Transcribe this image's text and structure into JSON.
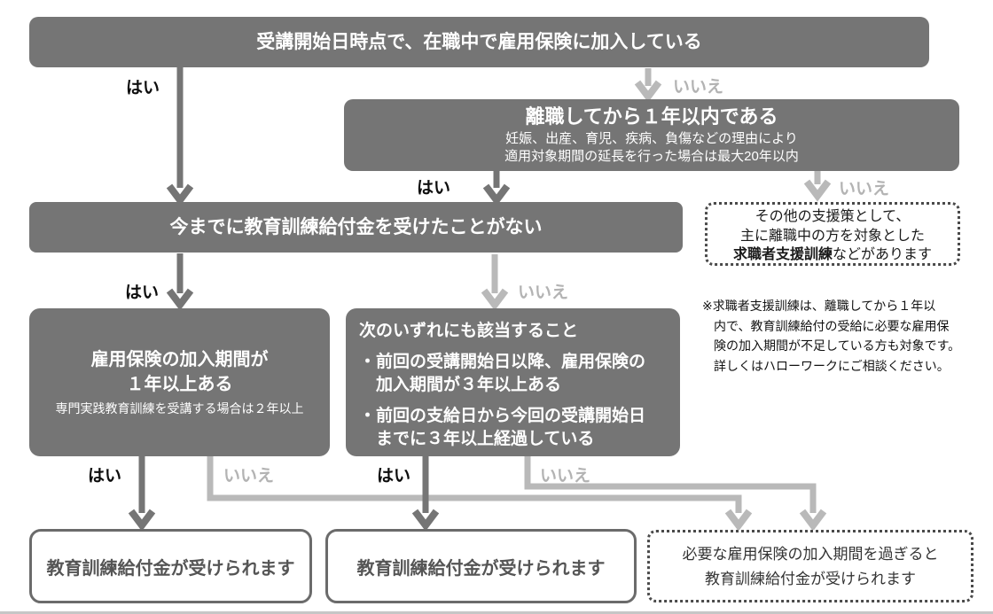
{
  "diagram": {
    "labels": {
      "yes": "はい",
      "no": "いいえ"
    },
    "q1": {
      "title": "受講開始日時点で、在職中で雇用保険に加入している"
    },
    "q2": {
      "title": "離職してから１年以内である",
      "sub1": "妊娠、出産、育児、疾病、負傷などの理由により",
      "sub2": "適用対象期間の延長を行った場合は最大20年以内"
    },
    "q3": {
      "title": "今までに教育訓練給付金を受けたことがない"
    },
    "q4": {
      "line1": "雇用保険の加入期間が",
      "line2": "１年以上ある",
      "sub": "専門実践教育訓練を受講する場合は２年以上"
    },
    "q5": {
      "title": "次のいずれにも該当すること",
      "b1a": "・前回の受講開始日以降、雇用保険の",
      "b1b": "加入期間が３年以上ある",
      "b2a": "・前回の支給日から今回の受講開始日",
      "b2b": "までに３年以上経過している"
    },
    "side_box": {
      "line1": "その他の支援策として、",
      "line2": "主に離職中の方を対象とした",
      "line3_bold": "求職者支援訓練",
      "line3_rest": "などがあります"
    },
    "note": {
      "l1": "※求職者支援訓練は、離職してから１年以",
      "l2": "内で、教育訓練給付の受給に必要な雇用保",
      "l3": "険の加入期間が不足している方も対象です。",
      "l4": "詳しくはハローワークにご相談ください。"
    },
    "result1": {
      "text": "教育訓練給付金が受けられます"
    },
    "result2": {
      "text": "教育訓練給付金が受けられます"
    },
    "result3": {
      "line1": "必要な雇用保険の加入期間を過ぎると",
      "line2": "教育訓練給付金が受けられます"
    },
    "colors": {
      "box_fill": "#757575",
      "dark_arrow": "#757575",
      "light_arrow": "#b9b9b9",
      "yes_label": "#0d0d0d",
      "no_label": "#b3b3b3",
      "result_border": "#6b6b6b",
      "result_text": "#555555",
      "dotted_border": "#4a4a4a",
      "bottom_rule": "#c6c6c6"
    }
  }
}
